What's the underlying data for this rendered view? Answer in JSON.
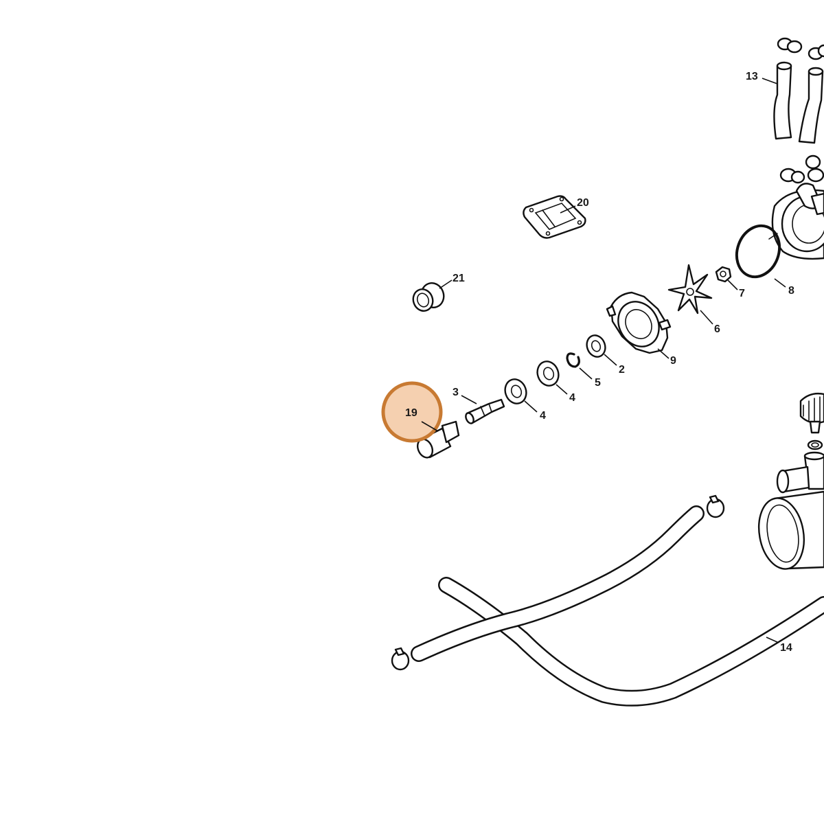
{
  "diagram": {
    "callouts": {
      "c2": "2",
      "c3": "3",
      "c4a": "4",
      "c4b": "4",
      "c5": "5",
      "c6": "6",
      "c7": "7",
      "c8": "8",
      "c9": "9",
      "c13": "13",
      "c14": "14",
      "c19": "19",
      "c20": "20",
      "c21": "21"
    },
    "highlighted_part": "19",
    "colors": {
      "highlight_fill": "#f3c8a2",
      "highlight_ring": "#c87a32",
      "line": "#111111",
      "background": "#ffffff"
    }
  }
}
